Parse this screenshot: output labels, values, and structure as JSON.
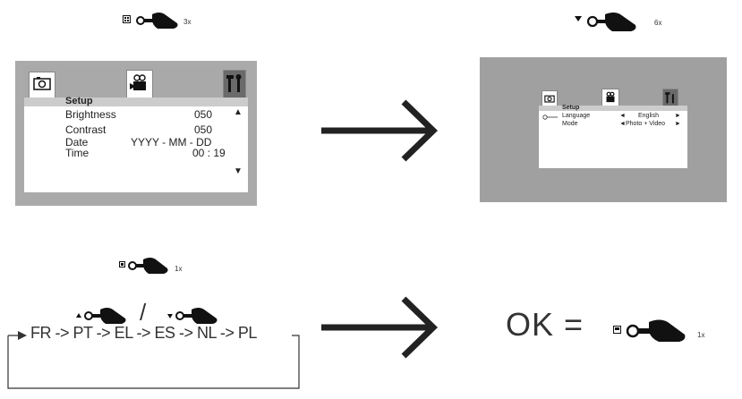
{
  "step1": {
    "press": {
      "button_icon": "grid-button-icon",
      "count": "3x"
    },
    "screen": {
      "tabs": [
        "camera-icon",
        "video-camera-icon",
        "tools-icon"
      ],
      "section": "Setup",
      "rows": [
        {
          "label": "Brightness",
          "value": "050"
        },
        {
          "label": "Contrast",
          "value": "050"
        },
        {
          "label": "Date",
          "value": "YYYY - MM - DD"
        },
        {
          "label": "Time",
          "value": "00 : 19"
        }
      ],
      "scroll_up": "▲",
      "scroll_down": "▼"
    }
  },
  "step2": {
    "press": {
      "button_icon": "down-triangle-icon",
      "count": "6x"
    },
    "screen": {
      "section": "Setup",
      "rows": [
        {
          "label": "Language",
          "left": "◄",
          "value": "English",
          "right": "►"
        },
        {
          "label": "Mode",
          "left": "◄",
          "value": "Photo + Video",
          "right": "►"
        }
      ]
    }
  },
  "step3": {
    "press": {
      "button_icon": "square-button-icon",
      "count": "1x"
    },
    "separator": "/",
    "languages": "FR -> PT -> EL -> ES -> NL -> PL"
  },
  "step4": {
    "ok_label": "OK =",
    "press": {
      "button_icon": "square-button-icon",
      "count": "1x"
    }
  }
}
